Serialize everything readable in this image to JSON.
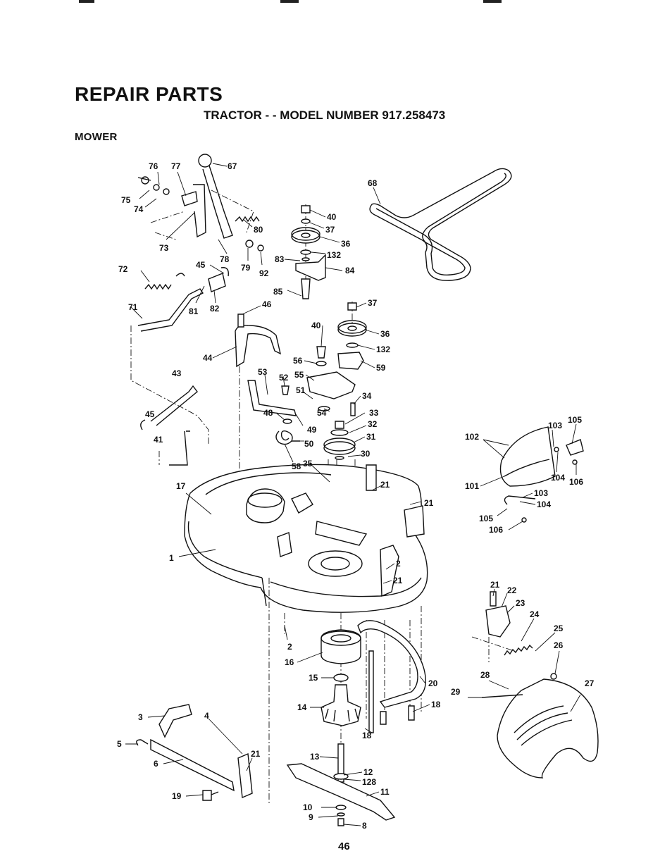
{
  "page": {
    "heading": "REPAIR PARTS",
    "subheading": "TRACTOR - - MODEL NUMBER 917.258473",
    "section": "MOWER",
    "page_number": "46"
  },
  "callouts": [
    "1",
    "2",
    "3",
    "4",
    "5",
    "6",
    "8",
    "9",
    "10",
    "11",
    "12",
    "128",
    "13",
    "14",
    "15",
    "16",
    "17",
    "18",
    "19",
    "20",
    "21",
    "22",
    "23",
    "24",
    "25",
    "26",
    "27",
    "28",
    "29",
    "30",
    "31",
    "32",
    "33",
    "34",
    "35",
    "36",
    "37",
    "40",
    "41",
    "43",
    "44",
    "45",
    "46",
    "48",
    "49",
    "50",
    "51",
    "52",
    "53",
    "54",
    "55",
    "56",
    "58",
    "59",
    "67",
    "68",
    "71",
    "72",
    "73",
    "74",
    "75",
    "76",
    "77",
    "78",
    "79",
    "80",
    "81",
    "82",
    "83",
    "84",
    "85",
    "92",
    "101",
    "102",
    "103",
    "104",
    "105",
    "106",
    "132"
  ]
}
